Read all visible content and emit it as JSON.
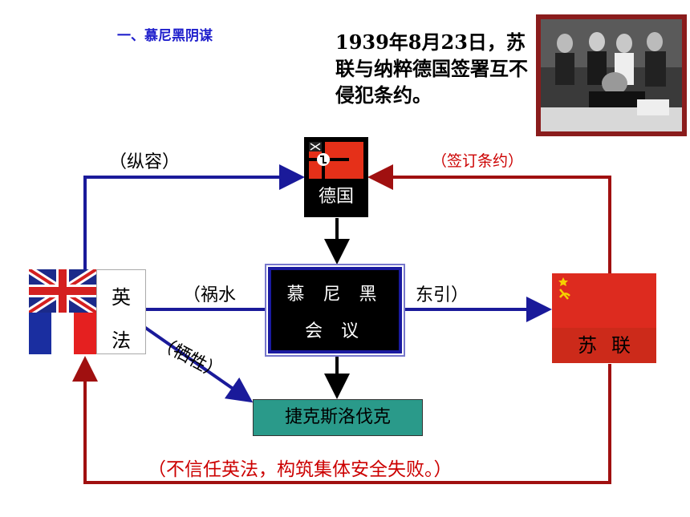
{
  "title": "一、慕尼黑阴谋",
  "fact_text": "1939年8月23日，苏联与纳粹德国签署互不侵犯条约。",
  "photo_caption_icon": "signing-photo",
  "labels": {
    "zongrong": "（纵容）",
    "qianding": "（签订条约）",
    "huoshui": "（祸水",
    "dongyin": "东引）",
    "xisheng": "（牺牲）",
    "buxinren": "（不信任英法，构筑集体安全失败。）"
  },
  "nodes": {
    "germany": "德国",
    "munich_line1": "慕 尼 黑",
    "munich_line2": "会 议",
    "ying": "英",
    "fa": "法",
    "soviet": "苏联",
    "czech": "捷克斯洛伐克"
  },
  "colors": {
    "blue_arrow": "#1a1a9a",
    "red_arrow": "#a01010",
    "black_arrow": "#000000",
    "title_blue": "#1f1fcc",
    "label_red": "#cc0000",
    "czech_teal": "#2a9a8a"
  }
}
